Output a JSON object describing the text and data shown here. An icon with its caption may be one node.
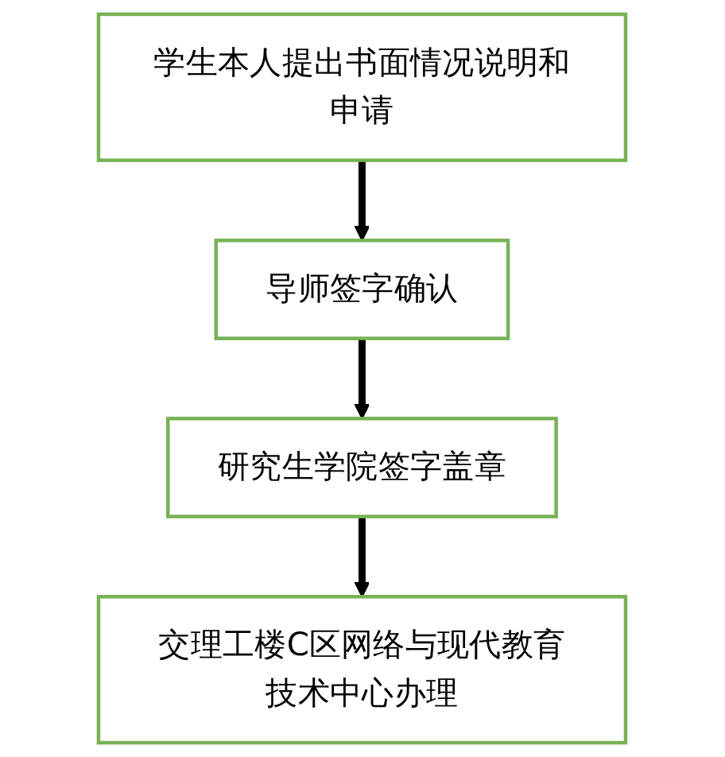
{
  "diagram": {
    "nodes": [
      {
        "text": [
          "学生本人提出书面情况说明和申请"
        ]
      },
      {
        "text": [
          "导师签字确认"
        ]
      },
      {
        "text": [
          "研究生学院签字盖章"
        ]
      },
      {
        "text": [
          "交理工楼C区网络与现代教育技术中心办理"
        ]
      }
    ],
    "edges": [
      {
        "from": 0,
        "to": 1,
        "arrow": "to"
      },
      {
        "from": 1,
        "to": 2,
        "arrow": "to"
      },
      {
        "from": 2,
        "to": 3,
        "arrow": "to"
      }
    ]
  }
}
